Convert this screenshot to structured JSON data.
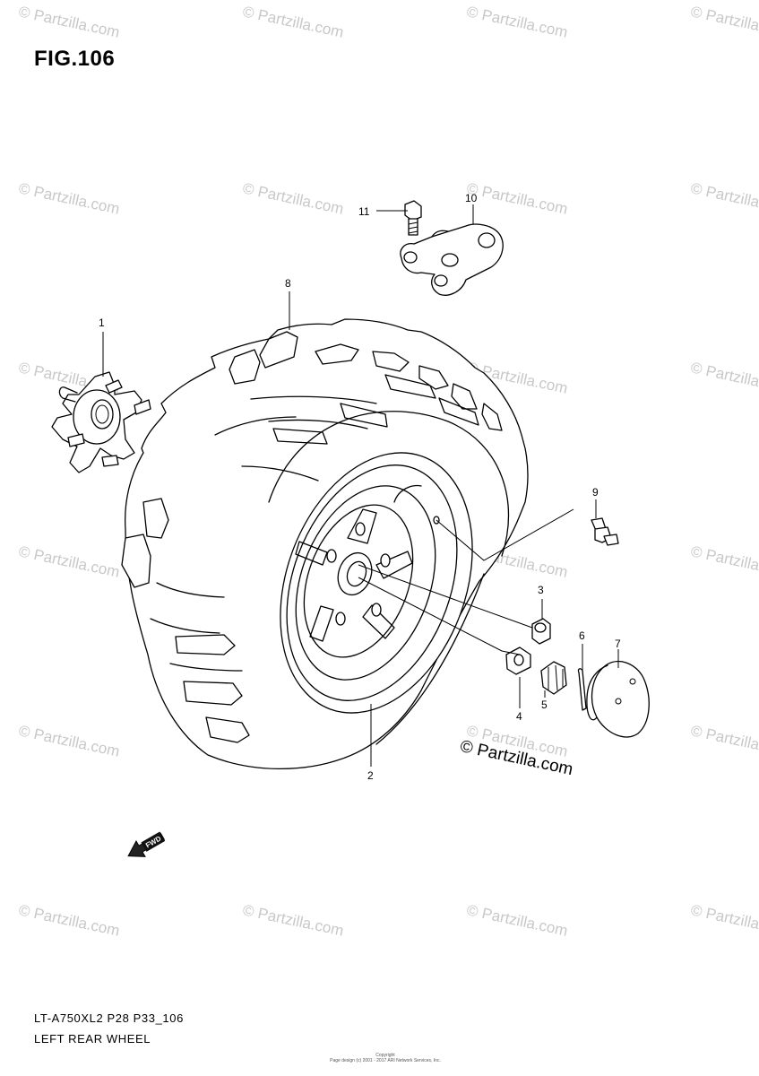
{
  "figure_title": "FIG.106",
  "footer": {
    "model_code": "LT-A750XL2 P28 P33_106",
    "part_name": "LEFT REAR WHEEL"
  },
  "watermark": {
    "text": "© Partzilla.com",
    "color": "#c8c8c8"
  },
  "copyright_notice": "© Partzilla.com",
  "copyright_small": [
    "Copyright",
    "Page design (c) 2001 - 2017 ARI Network Services, Inc."
  ],
  "fwd_label": "FWD",
  "callouts": [
    {
      "number": "1",
      "part": "hub"
    },
    {
      "number": "2",
      "part": "wheel"
    },
    {
      "number": "3",
      "part": "nut"
    },
    {
      "number": "4",
      "part": "washer"
    },
    {
      "number": "5",
      "part": "nut"
    },
    {
      "number": "6",
      "part": "cotter pin"
    },
    {
      "number": "7",
      "part": "cap"
    },
    {
      "number": "8",
      "part": "tire"
    },
    {
      "number": "9",
      "part": "valve"
    },
    {
      "number": "10",
      "part": "bracket"
    },
    {
      "number": "11",
      "part": "bolt"
    }
  ]
}
